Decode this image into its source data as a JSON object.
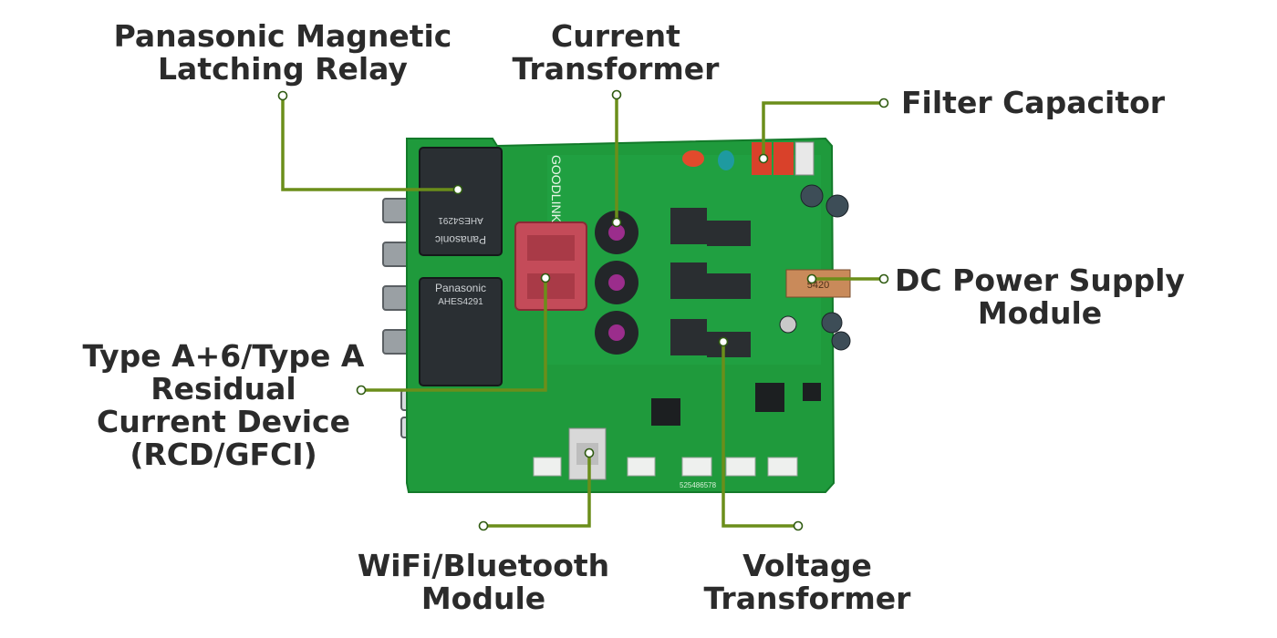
{
  "board": {
    "brand_silkscreen": "GOODLINK",
    "relay_1": {
      "brand": "Panasonic",
      "part": "AHES4291"
    },
    "relay_2": {
      "brand": "Panasonic",
      "part": "AHES4291"
    },
    "dc_module_mark": "5420",
    "bottom_code": "525486578"
  },
  "callouts": {
    "relay": {
      "line1": "Panasonic Magnetic",
      "line2": "Latching Relay"
    },
    "ct": {
      "line1": "Current",
      "line2": "Transformer"
    },
    "filter": {
      "line1": "Filter Capacitor"
    },
    "dc": {
      "line1": "DC Power Supply",
      "line2": "Module"
    },
    "rcd": {
      "line1": "Type A+6/Type A",
      "line2": "Residual",
      "line3": "Current Device",
      "line4": "(RCD/GFCI)"
    },
    "wifi": {
      "line1": "WiFi/Bluetooth",
      "line2": "Module"
    },
    "vt": {
      "line1": "Voltage",
      "line2": "Transformer"
    }
  },
  "colors": {
    "leader": "#6b8e1a",
    "pcb": "#1f9a3c",
    "pcb_dark": "#157a2c",
    "text": "#2b2b2b"
  }
}
